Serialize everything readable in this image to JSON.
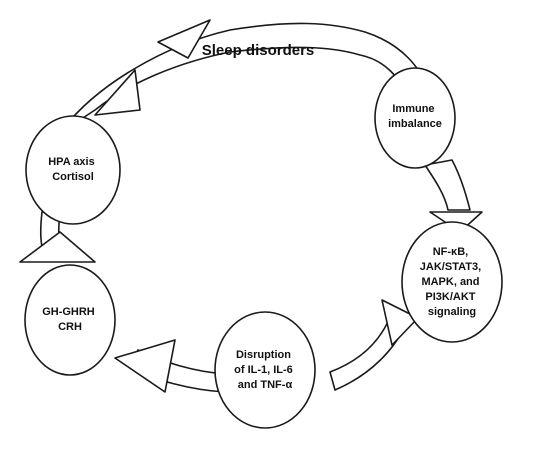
{
  "diagram": {
    "title": "Sleep disorders",
    "nodes": [
      {
        "id": "immune",
        "lines": [
          "Immune",
          "imbalance"
        ]
      },
      {
        "id": "signaling",
        "lines": [
          "NF-κB,",
          "JAK/STAT3,",
          "MAPK, and",
          "PI3K/AKT",
          "signaling"
        ]
      },
      {
        "id": "cytokines",
        "lines": [
          "Disruption",
          "of IL-1, IL-6",
          "and TNF-α"
        ]
      },
      {
        "id": "gh",
        "lines": [
          "GH-GHRH",
          "CRH"
        ]
      },
      {
        "id": "hpa",
        "lines": [
          "HPA axis",
          "Cortisol"
        ]
      }
    ],
    "colors": {
      "stroke": "#1a1a1a",
      "fill": "#ffffff",
      "text": "#111111"
    }
  }
}
